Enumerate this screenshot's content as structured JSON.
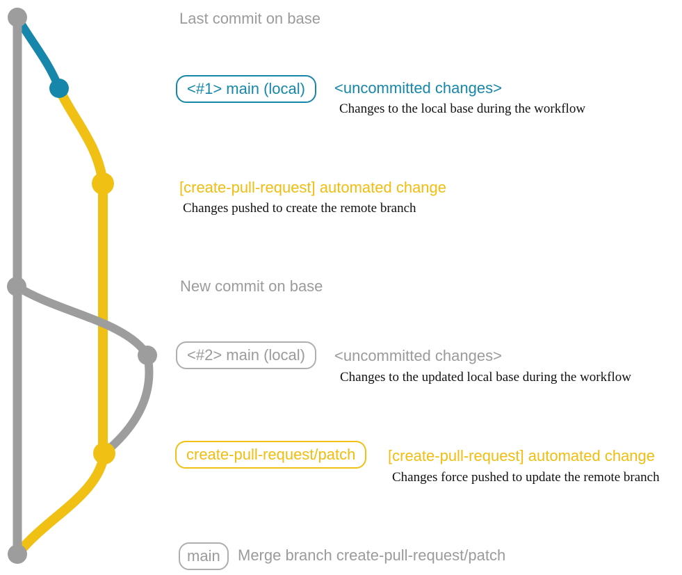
{
  "colors": {
    "teal": "#1687aa",
    "yellow": "#f0c014",
    "gray_line": "#9d9d9d",
    "gray_text": "#9b9b9b",
    "description_text": "#111111",
    "background": "#ffffff"
  },
  "graph": {
    "nodes": [
      {
        "name": "base-head-commit",
        "color": "gray"
      },
      {
        "name": "local-commit-1",
        "color": "teal"
      },
      {
        "name": "remote-branch-commit-1",
        "color": "yellow"
      },
      {
        "name": "base-new-commit",
        "color": "gray"
      },
      {
        "name": "local-commit-2",
        "color": "gray"
      },
      {
        "name": "remote-branch-commit-2",
        "color": "yellow"
      },
      {
        "name": "merge-commit",
        "color": "gray"
      }
    ]
  },
  "rows": {
    "last_commit": {
      "label": "Last commit on base"
    },
    "commit1": {
      "badge": "<#1> main (local)",
      "title": "<uncommitted changes>",
      "description": "Changes to the local base during the workflow"
    },
    "push1": {
      "title": "[create-pull-request] automated change",
      "description": "Changes pushed to create the remote branch"
    },
    "new_commit": {
      "label": "New commit on base"
    },
    "commit2": {
      "badge": "<#2> main (local)",
      "title": "<uncommitted changes>",
      "description": "Changes to the updated local base during the workflow"
    },
    "push2": {
      "badge": "create-pull-request/patch",
      "title": "[create-pull-request] automated change",
      "description": "Changes force pushed to update the remote branch"
    },
    "merge": {
      "badge": "main",
      "label": "Merge branch create-pull-request/patch"
    }
  }
}
